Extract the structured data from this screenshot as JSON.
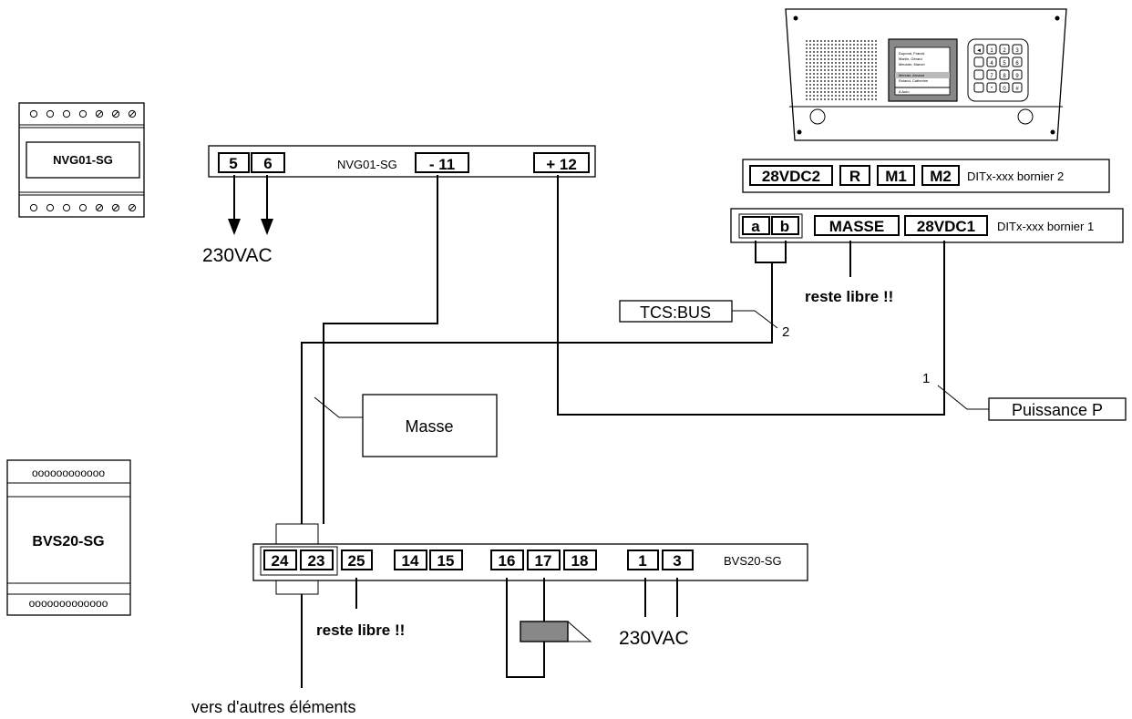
{
  "modules": {
    "nvg_label": "NVG01-SG",
    "bvs_label": "BVS20-SG",
    "bvs_dots_top": "oooooooooooo",
    "bvs_dots_bottom": "ooooooooooooo"
  },
  "nvg_strip": {
    "label": "NVG01-SG",
    "terminals": [
      "5",
      "6",
      "- 11",
      "+ 12"
    ],
    "supply": "230VAC"
  },
  "panel": {
    "directory": [
      "Dupond, Franck",
      "Martin, Gérard",
      "Meunier, Marcel",
      "Mercier, Arnaud",
      "Roland, Catherine"
    ],
    "footer": "A Auto",
    "keypad": [
      "◄",
      "1",
      "2",
      "3",
      "4",
      "5",
      "6",
      "7",
      "8",
      "9",
      "*",
      "0",
      "#"
    ]
  },
  "ditx_strip2": {
    "terminals": [
      "28VDC2",
      "R",
      "M1",
      "M2"
    ],
    "label": "DITx-xxx bornier 2"
  },
  "ditx_strip1": {
    "terminals": [
      "a",
      "b",
      "MASSE",
      "28VDC1"
    ],
    "label": "DITx-xxx bornier 1",
    "note": "reste libre !!"
  },
  "callouts": {
    "bus": "TCS:BUS",
    "bus_num": "2",
    "power": "Puissance P",
    "power_num": "1",
    "masse": "Masse"
  },
  "bvs_strip": {
    "terminals": [
      "24",
      "23",
      "25",
      "14",
      "15",
      "16",
      "17",
      "18",
      "1",
      "3"
    ],
    "label": "BVS20-SG",
    "note": "reste libre !!",
    "supply": "230VAC",
    "other": "vers d'autres éléments"
  }
}
